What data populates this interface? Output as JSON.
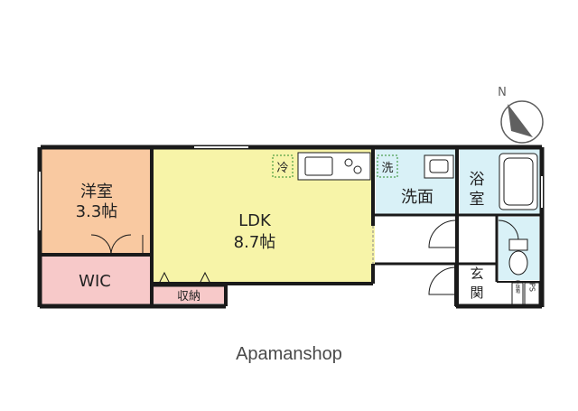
{
  "rooms": {
    "western": {
      "name": "洋室",
      "size": "3.3帖"
    },
    "ldk": {
      "name": "LDK",
      "size": "8.7帖"
    },
    "wic": {
      "name": "WIC"
    },
    "storage": {
      "name": "収納"
    },
    "washroom": {
      "name": "洗面"
    },
    "bath": {
      "name_1": "浴",
      "name_2": "室"
    },
    "entrance": {
      "name_1": "玄",
      "name_2": "関"
    }
  },
  "fixtures": {
    "fridge": "冷",
    "washer": "洗",
    "shoe_box": "下駄箱",
    "ps": "PS"
  },
  "compass": {
    "north": "N"
  },
  "brand": "Apamanshop",
  "colors": {
    "western": "#f9c9a1",
    "ldk": "#f7f4a8",
    "wic": "#f7c9c9",
    "storage": "#f7c9c9",
    "water": "#d9f1f7",
    "wall": "#1a1a1a",
    "compass": "#606060"
  }
}
